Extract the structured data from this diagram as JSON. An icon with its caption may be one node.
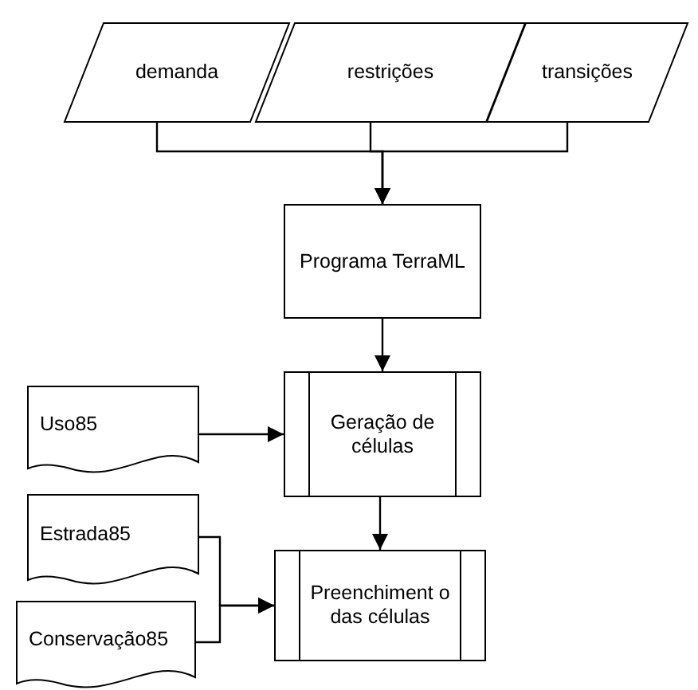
{
  "diagram": {
    "nodes": [
      {
        "text": [
          "demanda"
        ]
      },
      {
        "text": [
          "restrições"
        ]
      },
      {
        "text": [
          "transições"
        ]
      },
      {
        "text": [
          "Programa TerraML"
        ]
      },
      {
        "text": [
          "Uso85"
        ]
      },
      {
        "text": [
          "Geração de células"
        ]
      },
      {
        "text": [
          "Estrada85"
        ]
      },
      {
        "text": [
          "Preenchiment o das células"
        ]
      },
      {
        "text": [
          "Conservação85"
        ]
      }
    ],
    "edges": [
      {
        "from": 0,
        "to": 3,
        "arrow": "to"
      },
      {
        "from": 1,
        "to": 3,
        "arrow": "to"
      },
      {
        "from": 2,
        "to": 3,
        "arrow": "to"
      },
      {
        "from": 3,
        "to": 5,
        "arrow": "to"
      },
      {
        "from": 4,
        "to": 5,
        "arrow": "to"
      },
      {
        "from": 5,
        "to": 7,
        "arrow": "to"
      },
      {
        "from": 6,
        "to": 7,
        "arrow": "to"
      },
      {
        "from": 8,
        "to": 7,
        "arrow": "to"
      }
    ]
  }
}
